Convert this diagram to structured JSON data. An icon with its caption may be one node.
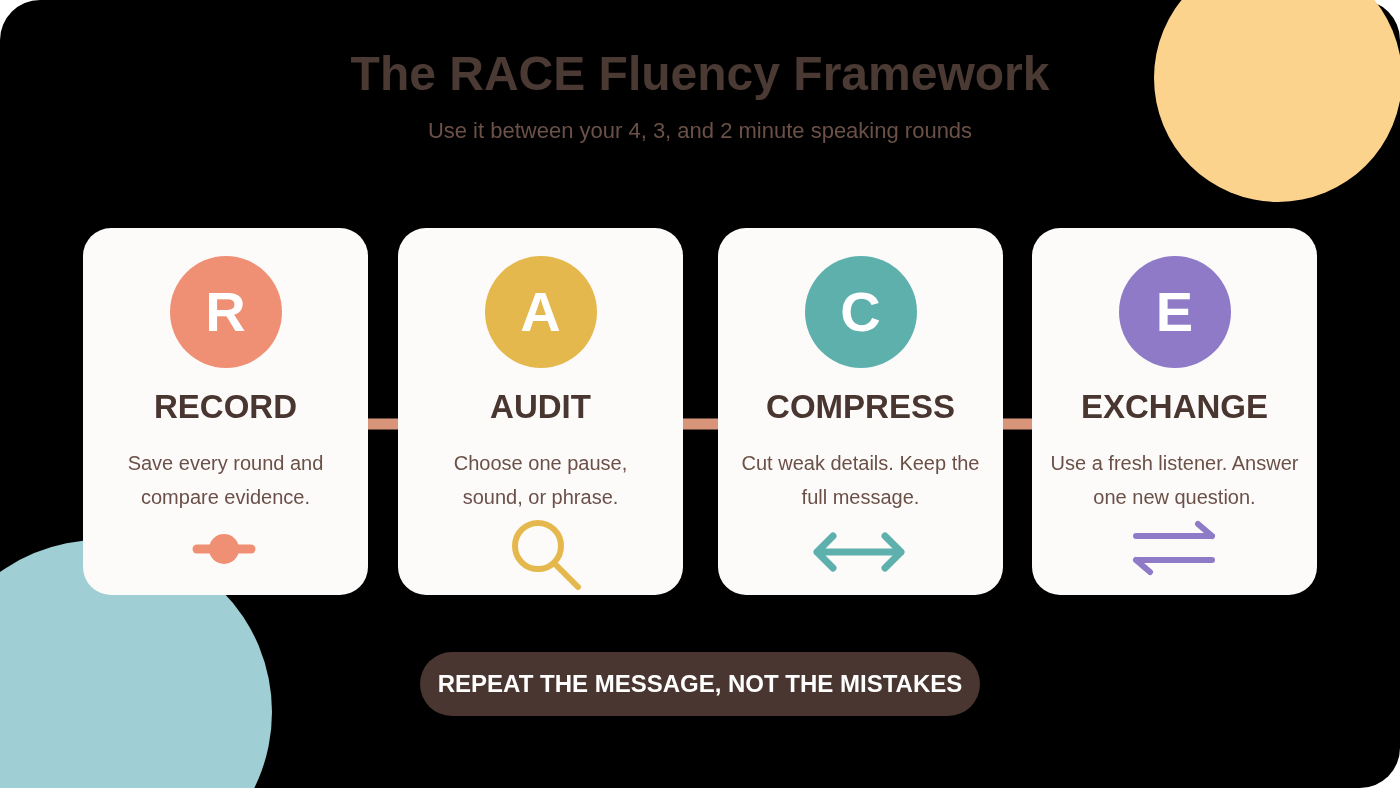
{
  "diagram": {
    "title": "The RACE Fluency Framework",
    "nodes": [
      {
        "text": [
          "R",
          "RECORD",
          "Save every round and compare evidence."
        ]
      },
      {
        "text": [
          "A",
          "AUDIT",
          "Choose one pause, sound, or phrase."
        ]
      },
      {
        "text": [
          "C",
          "COMPRESS",
          "Cut weak details. Keep the full message."
        ]
      },
      {
        "text": [
          "E",
          "EXCHANGE",
          "Use a fresh listener. Answer one new question."
        ]
      },
      {
        "text": [
          "REPEAT THE MESSAGE, NOT THE MISTAKES"
        ]
      }
    ],
    "edges": [
      {
        "from": 0,
        "to": 1,
        "arrow": "none"
      },
      {
        "from": 1,
        "to": 2,
        "arrow": "none"
      },
      {
        "from": 2,
        "to": 3,
        "arrow": "none"
      }
    ],
    "labels": [
      "Use it between your 4, 3, and 2 minute speaking rounds"
    ]
  }
}
